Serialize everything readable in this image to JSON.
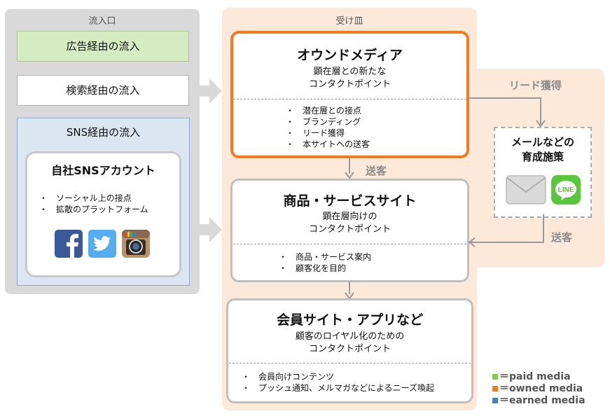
{
  "left_panel": {
    "title": "流入口",
    "paid_source": "広告経由の流入",
    "search_source": "検索経由の流入",
    "sns_source": "SNS経由の流入",
    "sns_account": {
      "title": "自社SNSアカウント",
      "bullets": [
        "ソーシャル上の接点",
        "拡散のプラットフォーム"
      ],
      "icons": [
        "facebook-icon",
        "twitter-icon",
        "instagram-icon"
      ]
    }
  },
  "mid_panel": {
    "title": "受け皿",
    "owned_media": {
      "title": "オウンドメディア",
      "subtitle": [
        "顕在層との新たな",
        "コンタクトポイント"
      ],
      "bullets": [
        "潜在層との接点",
        "ブランディング",
        "リード獲得",
        "本サイトへの送客"
      ]
    },
    "product_site": {
      "title": "商品・サービスサイト",
      "subtitle": [
        "顕在層向けの",
        "コンタクトポイント"
      ],
      "bullets": [
        "商品・サービス案内",
        "顧客化を目的"
      ]
    },
    "member_site": {
      "title": "会員サイト・アプリなど",
      "subtitle": [
        "顧客のロイヤル化のための",
        "コンタクトポイント"
      ],
      "bullets": [
        "会員向けコンテンツ",
        "プッシュ通知、メルマガなどによるニーズ喚起"
      ]
    },
    "send_label": "送客"
  },
  "right_panel": {
    "lead_label": "リード獲得",
    "nurture_title": [
      "メールなどの",
      "育成施策"
    ],
    "line_icon_text": "LINE",
    "send_label": "送客"
  },
  "legend": [
    {
      "label": "＝paid media",
      "color": "#8dc63f"
    },
    {
      "label": "＝owned media",
      "color": "#f47a20"
    },
    {
      "label": "＝earned media",
      "color": "#4a7ebb"
    }
  ],
  "colors": {
    "owned_border": "#f47a20",
    "panel_orange": "#fde9d9",
    "panel_gray": "#d9d9d9",
    "paid_fill": "#d5ecc2",
    "sns_fill": "#dce6f2"
  }
}
